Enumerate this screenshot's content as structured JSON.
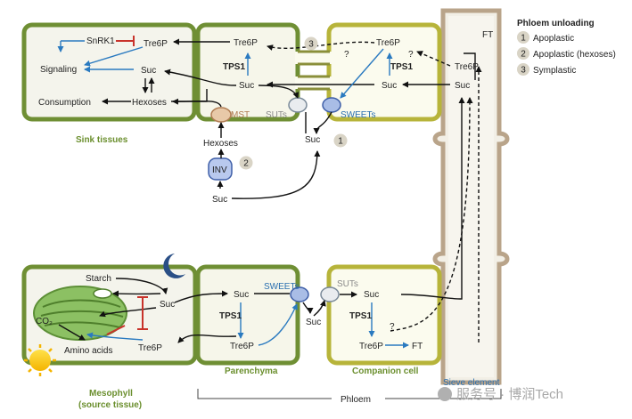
{
  "legend": {
    "title": "Phloem unloading",
    "items": [
      {
        "num": "1",
        "label": "Apoplastic"
      },
      {
        "num": "2",
        "label": "Apoplastic (hexoses)"
      },
      {
        "num": "3",
        "label": "Symplastic"
      }
    ]
  },
  "regions": {
    "sink": "Sink tissues",
    "mesophyll": "Mesophyll",
    "mesophyll_sub": "(source tissue)",
    "parenchyma": "Parenchyma",
    "companion": "Companion cell",
    "sieve": "Sieve element",
    "phloem": "Phloem"
  },
  "sink_cell": {
    "snrk1": "SnRK1",
    "tre6p": "Tre6P",
    "signaling": "Signaling",
    "suc": "Suc",
    "consumption": "Consumption",
    "hexoses": "Hexoses"
  },
  "sink_parenchyma": {
    "tre6p": "Tre6P",
    "tps1": "TPS1",
    "suc": "Suc",
    "mst": "MST",
    "suts": "SUTs"
  },
  "sink_companion": {
    "tre6p": "Tre6P",
    "tps1": "TPS1",
    "suc": "Suc",
    "sweets": "SWEETs",
    "q": "?"
  },
  "sieve_labels": {
    "ft": "FT",
    "tre6p": "Tre6P",
    "suc": "Suc",
    "q": "?"
  },
  "apoplast": {
    "suc_out": "Suc",
    "hexoses": "Hexoses",
    "inv": "INV",
    "suc_in": "Suc"
  },
  "markers": {
    "m1": "1",
    "m2": "2",
    "m3": "3"
  },
  "mesophyll_cell": {
    "starch": "Starch",
    "suc": "Suc",
    "co2": "CO₂",
    "amino": "Amino acids",
    "tre6p": "Tre6P"
  },
  "source_parenchyma": {
    "suc": "Suc",
    "tps1": "TPS1",
    "tre6p": "Tre6P",
    "sweets": "SWEETs"
  },
  "apoplast_source": {
    "suc": "Suc"
  },
  "source_companion": {
    "suts": "SUTs",
    "suc": "Suc",
    "tps1": "TPS1",
    "tre6p": "Tre6P",
    "ft": "FT",
    "q": "?"
  },
  "watermark": "服务号 · 博润Tech",
  "colors": {
    "wall_green": "#6f8f34",
    "wall_olive": "#b7b43a",
    "cell_fill": "#f4f4ec",
    "companion_fill": "#fbfbee",
    "sieve_fill": "#f2efe6",
    "sieve_wall": "#b9a48a",
    "arrow_blue": "#2a7ac0",
    "inhibit_red": "#c8332b"
  }
}
